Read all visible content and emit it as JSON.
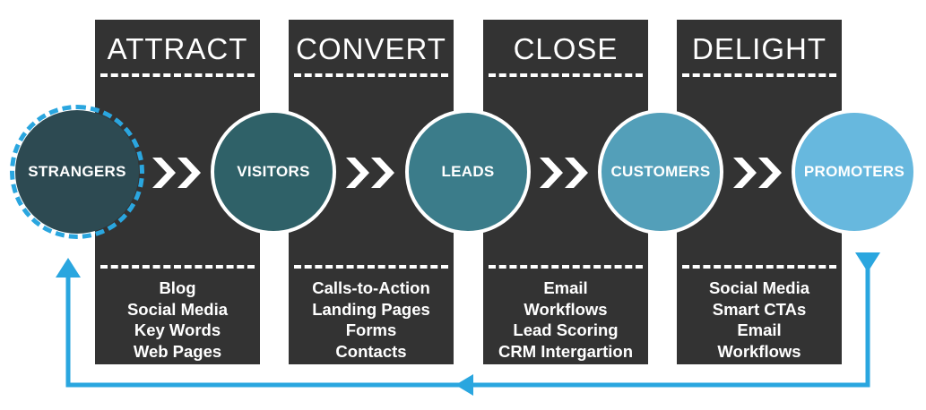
{
  "columns": [
    {
      "title": "ATTRACT",
      "items": [
        "Blog",
        "Social Media",
        "Key Words",
        "Web Pages"
      ]
    },
    {
      "title": "CONVERT",
      "items": [
        "Calls-to-Action",
        "Landing Pages",
        "Forms",
        "Contacts"
      ]
    },
    {
      "title": "CLOSE",
      "items": [
        "Email",
        "Workflows",
        "Lead Scoring",
        "CRM Intergartion"
      ]
    },
    {
      "title": "DELIGHT",
      "items": [
        "Social Media",
        "Smart CTAs",
        "Email",
        "Workflows"
      ]
    }
  ],
  "stages": [
    {
      "label": "STRANGERS",
      "color": "#2d4a52"
    },
    {
      "label": "VISITORS",
      "color": "#2f6168"
    },
    {
      "label": "LEADS",
      "color": "#3b7c8a"
    },
    {
      "label": "CUSTOMERS",
      "color": "#539fb9"
    },
    {
      "label": "PROMOTERS",
      "color": "#67b8de"
    }
  ],
  "colors": {
    "column_bg": "#333333",
    "loop_arrow": "#2aa6df",
    "chevron": "#ffffff"
  }
}
